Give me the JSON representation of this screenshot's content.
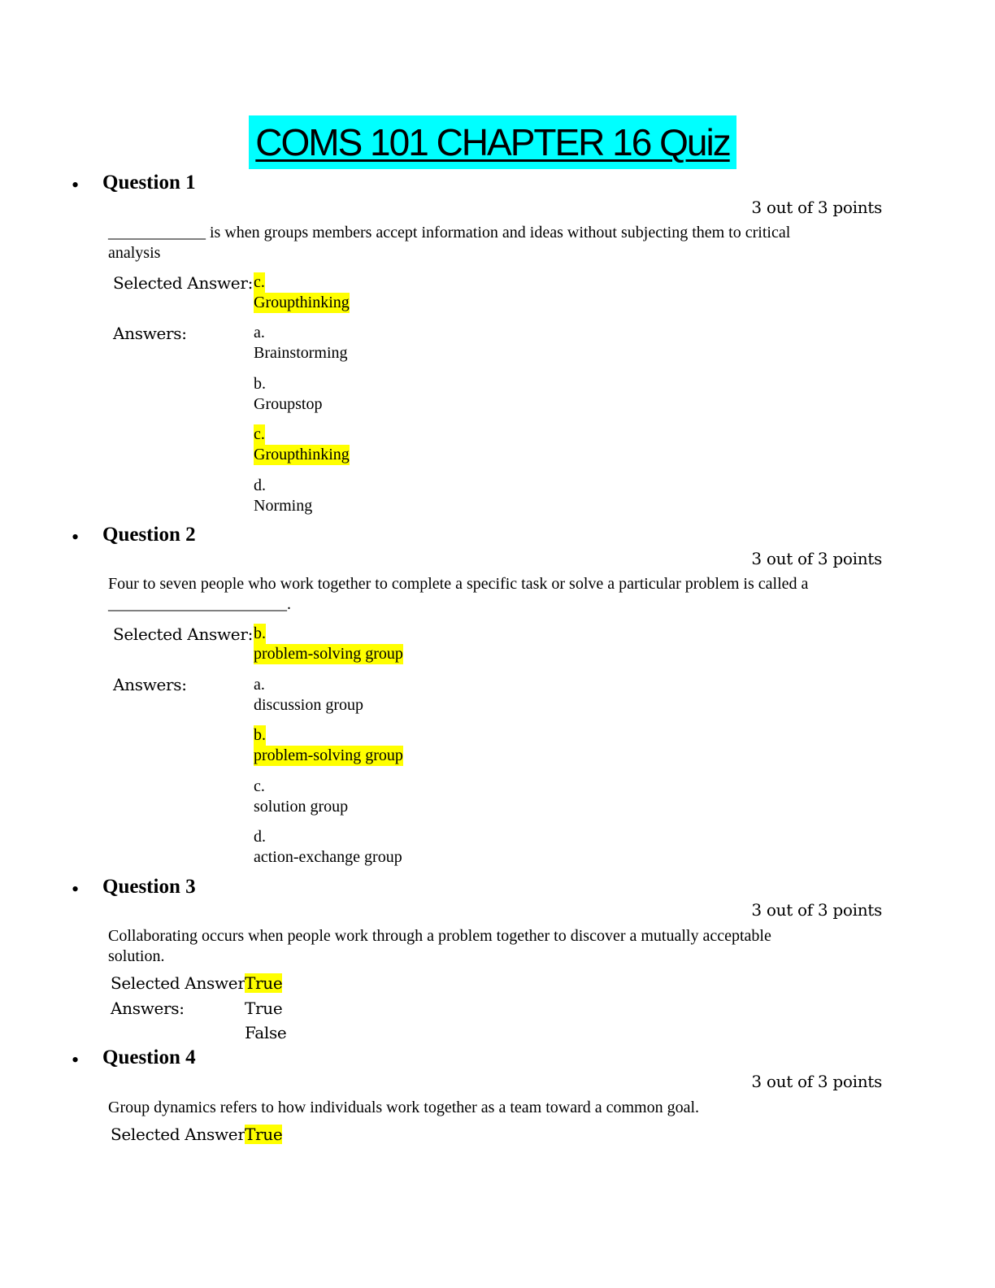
{
  "title": "COMS 101 CHAPTER 16 Quiz",
  "bullet": "•",
  "selected_label": "Selected Answer:",
  "answers_label": "Answers:",
  "highlight_color": "#ffff00",
  "title_bg_color": "#00ffff",
  "questions": [
    {
      "heading": "Question 1",
      "points": "3 out of 3 points",
      "text": "____________ is when groups members accept information and ideas without subjecting them to critical analysis",
      "selected": {
        "letter": "c.",
        "text": "Groupthinking"
      },
      "answers": [
        {
          "letter": "a.",
          "text": "Brainstorming"
        },
        {
          "letter": "b.",
          "text": "Groupstop"
        },
        {
          "letter": "c.",
          "text": "Groupthinking"
        },
        {
          "letter": "d.",
          "text": "Norming"
        }
      ]
    },
    {
      "heading": "Question 2",
      "points": "3 out of 3 points",
      "text": "Four to seven people who work together to complete a specific task or solve a particular problem is called a ______________________.",
      "selected": {
        "letter": "b.",
        "text": "problem-solving group"
      },
      "answers": [
        {
          "letter": "a.",
          "text": "discussion group"
        },
        {
          "letter": "b.",
          "text": "problem-solving group"
        },
        {
          "letter": "c.",
          "text": "solution group"
        },
        {
          "letter": "d.",
          "text": "action-exchange group"
        }
      ]
    },
    {
      "heading": "Question 3",
      "points": "3 out of 3 points",
      "text": "Collaborating occurs when people work through a problem together to discover a mutually acceptable solution.",
      "selected": "True",
      "answers": [
        "True",
        "False"
      ]
    },
    {
      "heading": "Question 4",
      "points": "3 out of 3 points",
      "text": "Group dynamics refers to how individuals work together as a team toward a common goal.",
      "selected": "True"
    }
  ]
}
